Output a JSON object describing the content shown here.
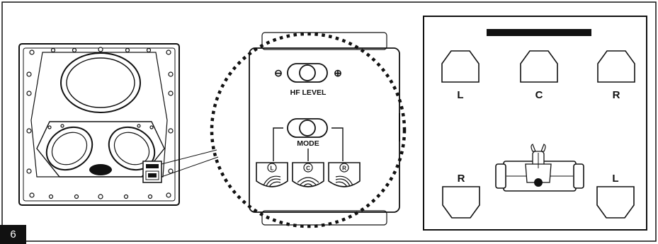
{
  "figure": {
    "number": "6"
  },
  "control_panel": {
    "hf_level_label": "HF LEVEL",
    "minus_symbol": "⊖",
    "plus_symbol": "⊕",
    "mode_label": "MODE",
    "mode_icons": [
      "L",
      "C",
      "R"
    ]
  },
  "room_layout": {
    "speakers": {
      "front_left": "L",
      "center": "C",
      "front_right": "R",
      "rear_right": "R",
      "rear_left": "L"
    }
  }
}
